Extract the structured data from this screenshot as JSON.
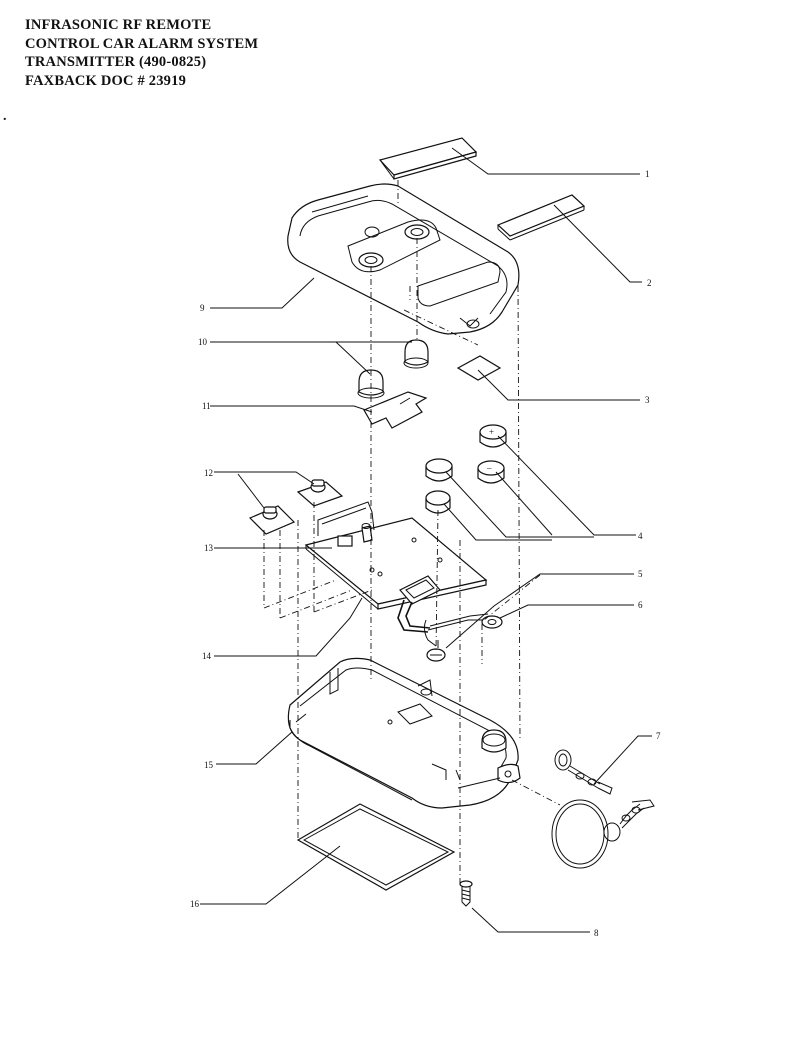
{
  "header": {
    "line1": "INFRASONIC RF REMOTE",
    "line2": "CONTROL CAR ALARM SYSTEM",
    "line3": "TRANSMITTER  (490-0825)",
    "line4": "FAXBACK DOC # 23919"
  },
  "stray_mark": ".",
  "callouts": {
    "c1": "1",
    "c2": "2",
    "c3": "3",
    "c4": "4",
    "c5": "5",
    "c6": "6",
    "c7": "7",
    "c8": "8",
    "c9": "9",
    "c10": "10",
    "c11": "11",
    "c12": "12",
    "c13": "13",
    "c14": "14",
    "c15": "15",
    "c16": "16"
  },
  "colors": {
    "ink": "#111111",
    "paper": "#ffffff"
  }
}
